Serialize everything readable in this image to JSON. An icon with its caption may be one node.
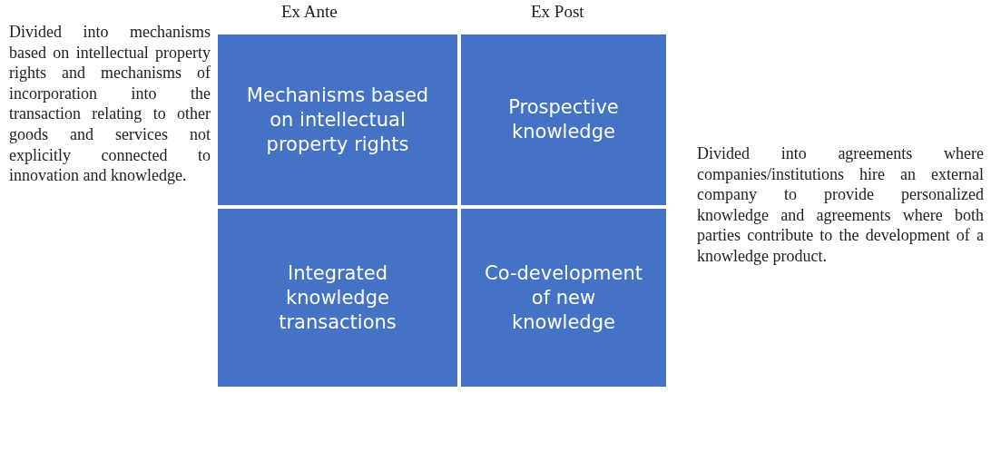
{
  "diagram": {
    "nodes": [
      {
        "text": [
          "Mechanisms based on intellectual property rights"
        ]
      },
      {
        "text": [
          "Prospective knowledge"
        ]
      },
      {
        "text": [
          "Integrated knowledge transactions"
        ]
      },
      {
        "text": [
          "Co-development of new knowledge"
        ]
      }
    ],
    "labels": [
      "Divided into mechanisms based on intellectual property rights and mechanisms of incorporation into the transaction relating to other goods and services not explicitly connected to innovation and knowledge.",
      "Ex Ante",
      "Ex Post",
      "Divided into agreements where companies/institutions hire an external company to provide personalized knowledge and agreements where both parties contribute to the development of a knowledge product."
    ]
  }
}
